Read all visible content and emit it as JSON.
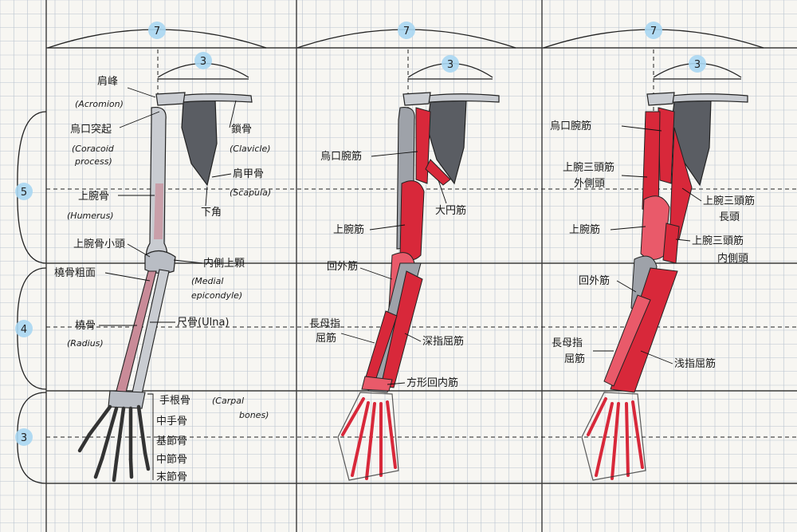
{
  "colors": {
    "paper": "#f7f6f2",
    "grid_minor": "#b9c3cf",
    "grid_major": "#3b3b3b",
    "bone": "#c9ccd1",
    "bone_dark": "#4d5057",
    "muscle": "#d8283a",
    "muscle_light": "#e95a6a",
    "radius_tint": "#c98b98",
    "badge": "#a9d7f2"
  },
  "proportions": {
    "panel1_width": "7",
    "panel1_clavicle": "3",
    "panel2_width": "7",
    "panel2_clavicle": "3",
    "panel3_width": "7",
    "panel3_clavicle": "3",
    "upper_arm": "5",
    "forearm": "4",
    "hand": "3"
  },
  "panel1": {
    "acromion_jp": "肩峰",
    "acromion_en": "(Acromion)",
    "coracoid_jp": "烏口突起",
    "coracoid_en1": "(Coracoid",
    "coracoid_en2": "process)",
    "clavicle_jp": "鎖骨",
    "clavicle_en": "(Clavicle)",
    "scapula_jp": "肩甲骨",
    "scapula_en": "(Scapula)",
    "inferior_angle_jp": "下角",
    "humerus_jp": "上腕骨",
    "humerus_en": "(Humerus)",
    "capitulum_jp": "上腕骨小頭",
    "medial_epicondyle_jp": "内側上顆",
    "medial_epicondyle_en1": "(Medial",
    "medial_epicondyle_en2": "epicondyle)",
    "radial_tuberosity_jp": "橈骨粗面",
    "radius_jp": "橈骨",
    "radius_en": "(Radius)",
    "ulna_label": "尺骨(Ulna)",
    "carpal_jp": "手根骨",
    "carpal_en1": "(Carpal",
    "carpal_en2": "bones)",
    "metacarpal_jp": "中手骨",
    "proximal_phalanx_jp": "基節骨",
    "middle_phalanx_jp": "中節骨",
    "distal_phalanx_jp": "末節骨"
  },
  "panel2": {
    "coracobrachialis": "烏口腕筋",
    "teres_major": "大円筋",
    "brachialis": "上腕筋",
    "supinator": "回外筋",
    "flexor_pollicis_longus_1": "長母指",
    "flexor_pollicis_longus_2": "屈筋",
    "flexor_digitorum_profundus": "深指屈筋",
    "pronator_quadratus": "方形回内筋"
  },
  "panel3": {
    "coracobrachialis": "烏口腕筋",
    "triceps_lateral_1": "上腕三頭筋",
    "triceps_lateral_2": "外側頭",
    "triceps_long_1": "上腕三頭筋",
    "triceps_long_2": "長頭",
    "brachialis": "上腕筋",
    "triceps_medial_1": "上腕三頭筋",
    "triceps_medial_2": "内側頭",
    "supinator": "回外筋",
    "flexor_pollicis_longus_1": "長母指",
    "flexor_pollicis_longus_2": "屈筋",
    "flexor_digitorum_superficialis": "浅指屈筋"
  }
}
